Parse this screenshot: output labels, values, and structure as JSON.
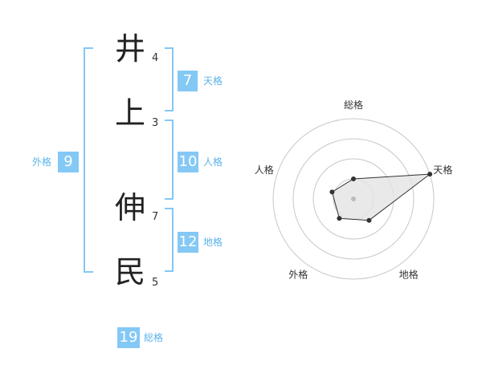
{
  "name_chars": [
    {
      "char": "井",
      "strokes": "4"
    },
    {
      "char": "上",
      "strokes": "3"
    },
    {
      "char": "伸",
      "strokes": "7"
    },
    {
      "char": "民",
      "strokes": "5"
    }
  ],
  "kakusu": {
    "tenkaku": {
      "value": "7",
      "label": "天格"
    },
    "jinkaku": {
      "value": "10",
      "label": "人格"
    },
    "chikaku": {
      "value": "12",
      "label": "地格"
    },
    "gaikaku": {
      "value": "9",
      "label": "外格"
    },
    "soukaku": {
      "value": "19",
      "label": "総格"
    }
  },
  "accent_color": "#84c8f5",
  "chart_data": {
    "type": "radar",
    "axes": [
      "総格",
      "天格",
      "地格",
      "外格",
      "人格"
    ],
    "rings": 4,
    "values": [
      0.25,
      1.0,
      0.33,
      0.3,
      0.28
    ]
  }
}
